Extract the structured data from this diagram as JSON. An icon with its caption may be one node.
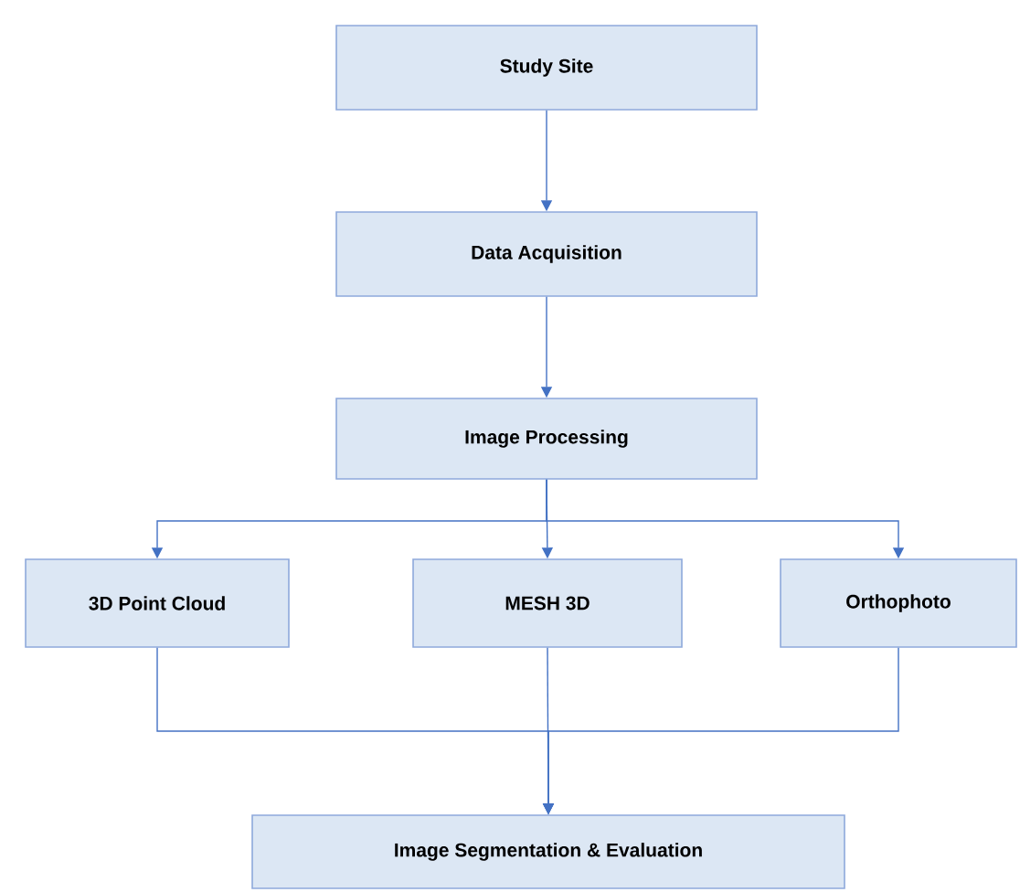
{
  "diagram": {
    "nodes": [
      {
        "text": [
          "Study Site"
        ]
      },
      {
        "text": [
          "Data Acquisition"
        ]
      },
      {
        "text": [
          "Image Processing"
        ]
      },
      {
        "text": [
          "3D Point Cloud"
        ]
      },
      {
        "text": [
          "MESH 3D"
        ]
      },
      {
        "text": [
          "Orthophoto"
        ]
      },
      {
        "text": [
          "Image Segmentation & Evaluation"
        ]
      }
    ],
    "edges": [
      {
        "from": 0,
        "to": 1,
        "arrow": "to"
      },
      {
        "from": 1,
        "to": 2,
        "arrow": "to"
      },
      {
        "from": 2,
        "to": 3,
        "arrow": "to"
      },
      {
        "from": 2,
        "to": 4,
        "arrow": "to"
      },
      {
        "from": 2,
        "to": 5,
        "arrow": "to"
      },
      {
        "from": 3,
        "to": 6,
        "arrow": "to"
      },
      {
        "from": 4,
        "to": 6,
        "arrow": "to"
      },
      {
        "from": 5,
        "to": 6,
        "arrow": "to"
      }
    ]
  }
}
